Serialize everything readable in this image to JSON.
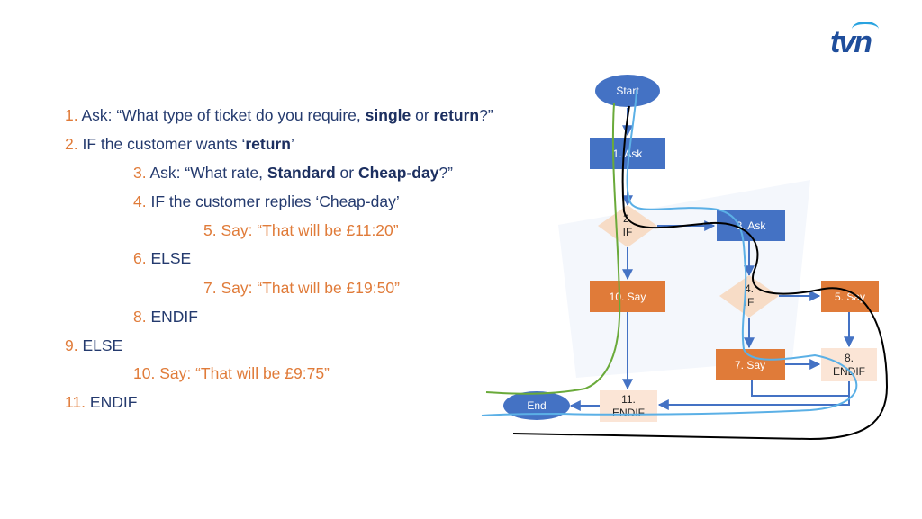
{
  "logo": {
    "text": "tvn"
  },
  "steps": [
    {
      "num": "1.",
      "parts": [
        {
          "t": " Ask: “What type of ticket do you require, "
        },
        {
          "t": "single",
          "b": true
        },
        {
          "t": " or "
        },
        {
          "t": "return",
          "b": true
        },
        {
          "t": "?”"
        }
      ]
    },
    {
      "num": "2.",
      "parts": [
        {
          "t": " IF the customer wants ‘"
        },
        {
          "t": "return",
          "b": true
        },
        {
          "t": "’"
        }
      ]
    },
    {
      "num": "3.",
      "parts": [
        {
          "t": " Ask: “What rate, "
        },
        {
          "t": "Standard",
          "b": true
        },
        {
          "t": " or "
        },
        {
          "t": "Cheap-day",
          "b": true
        },
        {
          "t": "?”"
        }
      ]
    },
    {
      "num": "4.",
      "parts": [
        {
          "t": " IF the customer replies ‘Cheap-day’"
        }
      ]
    },
    {
      "num": "5.",
      "orange": true,
      "parts": [
        {
          "t": " Say: “That will be £11:20”"
        }
      ]
    },
    {
      "num": "6.",
      "parts": [
        {
          "t": " ELSE"
        }
      ]
    },
    {
      "num": "7.",
      "orange": true,
      "parts": [
        {
          "t": " Say: “That will be £19:50”"
        }
      ]
    },
    {
      "num": "8.",
      "parts": [
        {
          "t": " ENDIF"
        }
      ]
    },
    {
      "num": "9.",
      "parts": [
        {
          "t": " ELSE"
        }
      ]
    },
    {
      "num": "10.",
      "orange": true,
      "parts": [
        {
          "t": " Say: “That will be £9:75”"
        }
      ]
    },
    {
      "num": "11.",
      "parts": [
        {
          "t": " ENDIF"
        }
      ]
    }
  ],
  "flowchart": {
    "start": "Start",
    "end": "End",
    "nodes": {
      "n1": "1. Ask",
      "n2a": "2.",
      "n2b": "IF",
      "n3": "3. Ask",
      "n4a": "4.",
      "n4b": "IF",
      "n5": "5. Say",
      "n7": "7. Say",
      "n8a": "8.",
      "n8b": "ENDIF",
      "n10": "10. Say",
      "n11a": "11.",
      "n11b": "ENDIF"
    }
  },
  "colors": {
    "blue_box": "#4472c4",
    "orange_box": "#e07b39",
    "diamond": "#f7dcc6",
    "endif_box": "#fbe5d6",
    "text_navy": "#243a6e",
    "step_orange": "#e07b39",
    "trace_green": "#6aaa3a",
    "trace_lightblue": "#5bb0e6",
    "trace_black": "#000000"
  }
}
